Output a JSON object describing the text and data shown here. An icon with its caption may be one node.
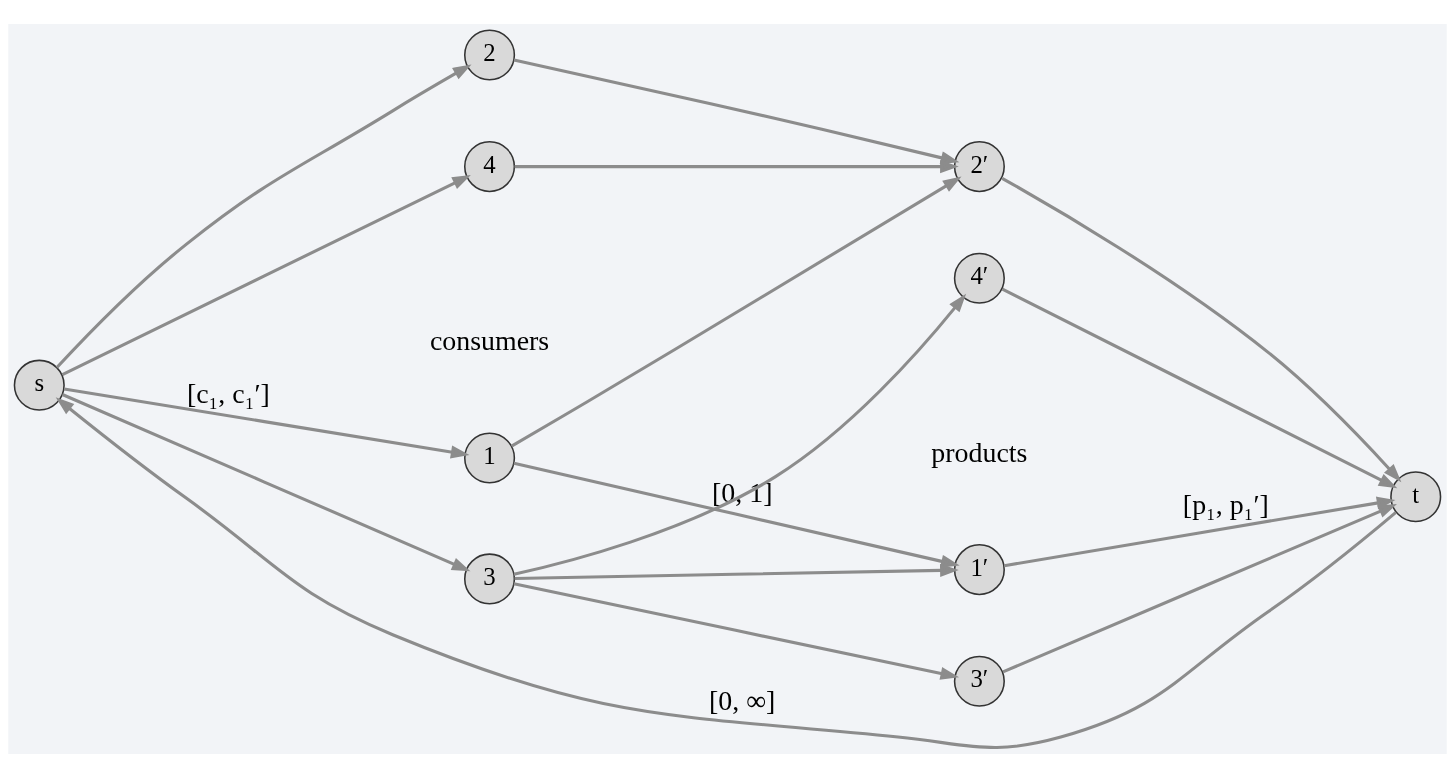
{
  "diagram": {
    "nodes": [
      {
        "text": [
          "s"
        ]
      },
      {
        "text": [
          "1"
        ]
      },
      {
        "text": [
          "2"
        ]
      },
      {
        "text": [
          "3"
        ]
      },
      {
        "text": [
          "4"
        ]
      },
      {
        "text": [
          "1′"
        ]
      },
      {
        "text": [
          "2′"
        ]
      },
      {
        "text": [
          "3′"
        ]
      },
      {
        "text": [
          "4′"
        ]
      },
      {
        "text": [
          "t"
        ]
      }
    ],
    "edges": [
      {
        "from": 9,
        "to": 0,
        "arrow": "to",
        "label": "[0, ∞]"
      },
      {
        "from": 0,
        "to": 1,
        "arrow": "to",
        "label": "[c₁, c₁′]"
      },
      {
        "from": 0,
        "to": 2,
        "arrow": "to"
      },
      {
        "from": 0,
        "to": 3,
        "arrow": "to"
      },
      {
        "from": 0,
        "to": 4,
        "arrow": "to"
      },
      {
        "from": 1,
        "to": 5,
        "arrow": "to",
        "label": "[0, 1]"
      },
      {
        "from": 1,
        "to": 6,
        "arrow": "to"
      },
      {
        "from": 2,
        "to": 6,
        "arrow": "to"
      },
      {
        "from": 3,
        "to": 5,
        "arrow": "to"
      },
      {
        "from": 3,
        "to": 7,
        "arrow": "to"
      },
      {
        "from": 3,
        "to": 8,
        "arrow": "to"
      },
      {
        "from": 4,
        "to": 6,
        "arrow": "to"
      },
      {
        "from": 5,
        "to": 9,
        "arrow": "to",
        "label": "[p₁, p₁′]"
      },
      {
        "from": 6,
        "to": 9,
        "arrow": "to"
      },
      {
        "from": 7,
        "to": 9,
        "arrow": "to"
      },
      {
        "from": 8,
        "to": 9,
        "arrow": "to"
      }
    ],
    "labels": [
      "consumers",
      "products"
    ]
  }
}
